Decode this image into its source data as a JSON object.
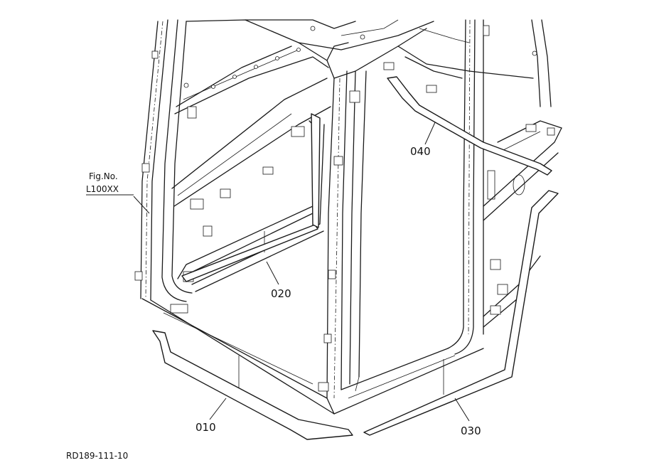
{
  "callouts": {
    "p010": "010",
    "p020": "020",
    "p030": "030",
    "p040": "040"
  },
  "fig_ref": {
    "line1": "Fig.No.",
    "line2": "L100XX"
  },
  "drawing_id": "RD189-111-10"
}
